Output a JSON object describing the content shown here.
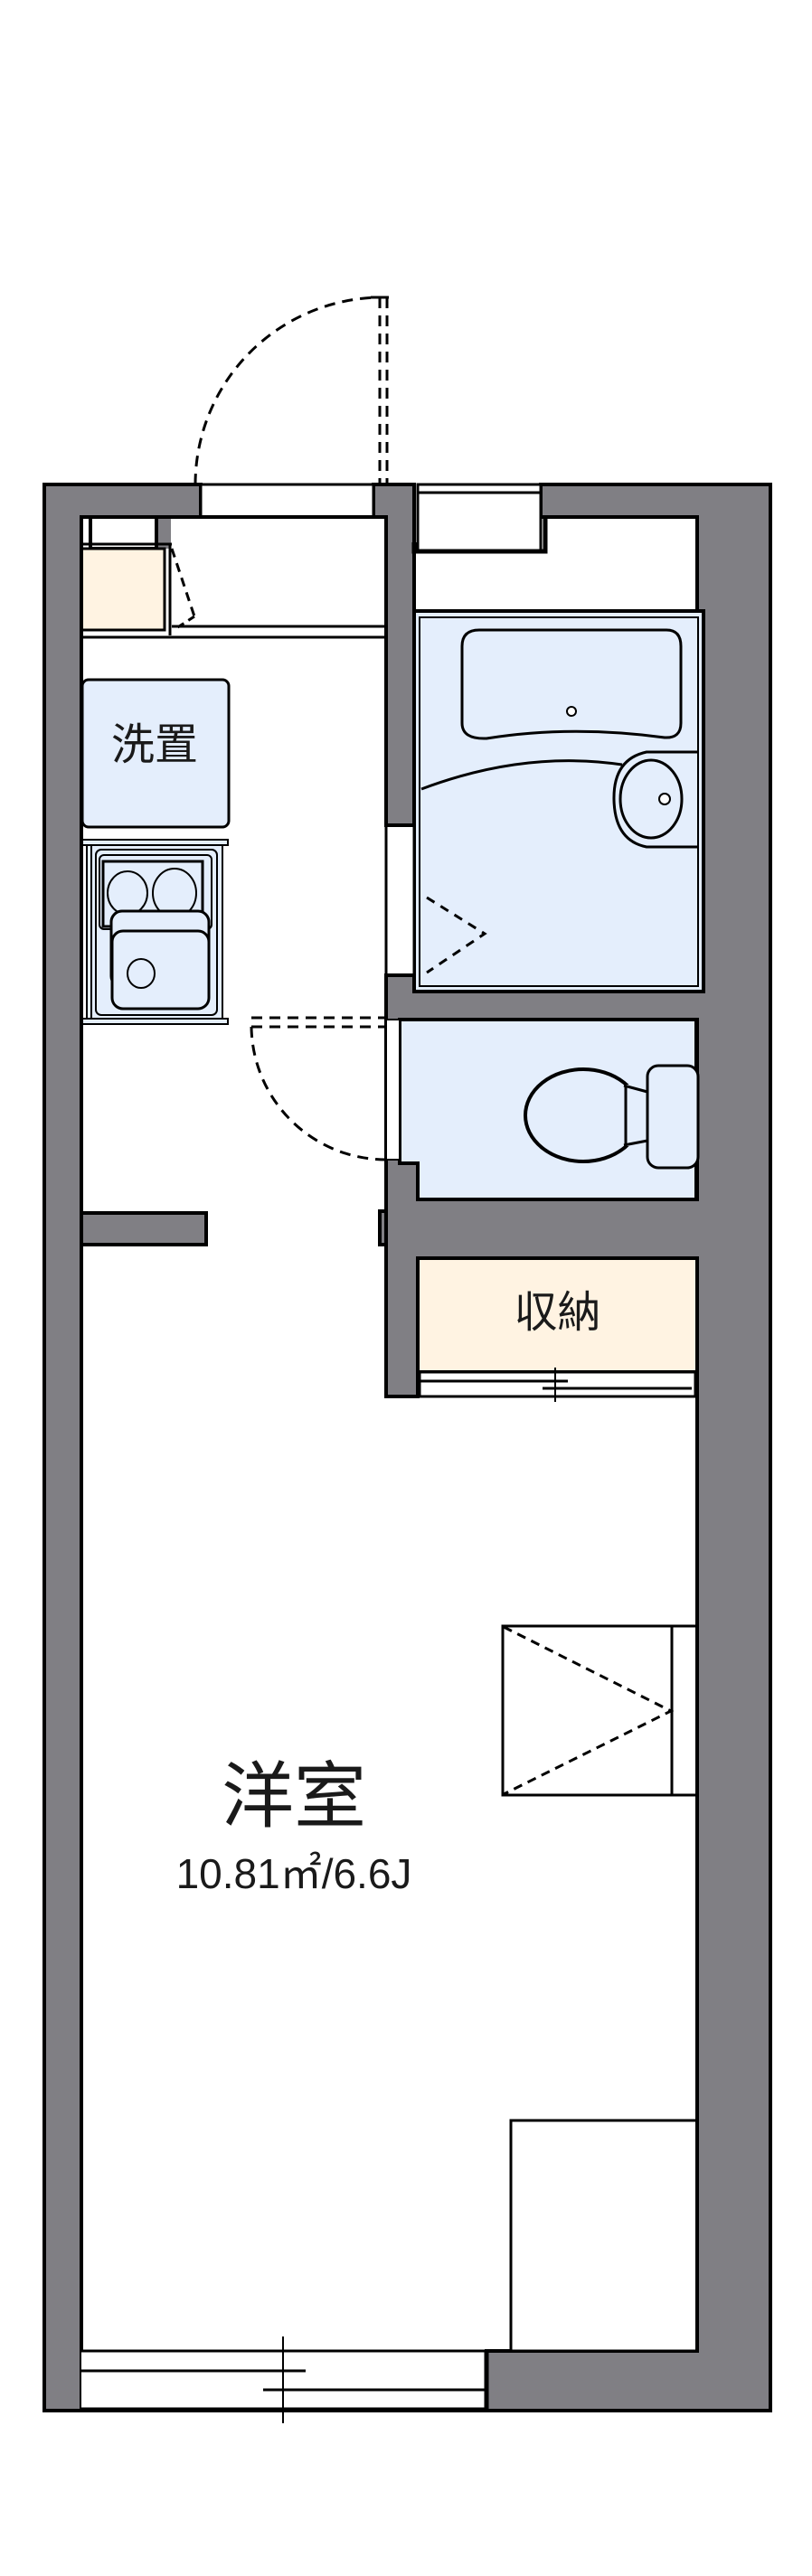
{
  "floorplan": {
    "title": "1K floor plan",
    "colors": {
      "wall": "#807f84",
      "wet_area": "#e4eefc",
      "storage": "#fff3e2",
      "line": "#000000",
      "floor": "#ffffff"
    },
    "rooms": {
      "washer": {
        "label": "洗置"
      },
      "storage": {
        "label": "収納"
      },
      "main_room": {
        "label": "洋室",
        "area": "10.81㎡/6.6J"
      }
    },
    "fixtures": [
      "entrance-door",
      "shoe-cabinet",
      "washer-space",
      "kitchen-stove",
      "kitchen-sink",
      "unit-bath",
      "bathtub",
      "wash-basin",
      "toilet",
      "closet-box",
      "sliding-window",
      "balcony-window"
    ]
  }
}
